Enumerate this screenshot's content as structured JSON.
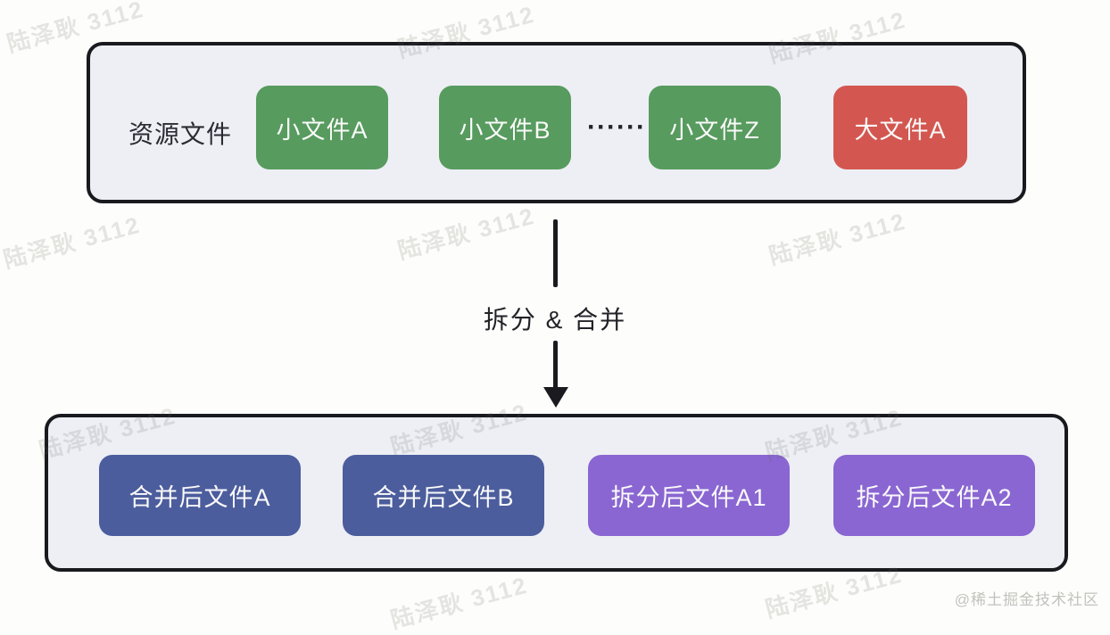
{
  "watermark": {
    "text": "陆泽耿 3112"
  },
  "credit": "@稀土掘金技术社区",
  "colors": {
    "page_background": "#fdfdfb",
    "group_background": "#edeff5",
    "group_border": "#191a1e",
    "small_file_green": "#579b5e",
    "big_file_red": "#d35750",
    "merged_file_blue": "#4c5d9d",
    "split_file_purple": "#8a66d2",
    "node_text": "#fafafa",
    "dark_text": "#2b2b33"
  },
  "top_group": {
    "label": "资源文件",
    "items": [
      {
        "label": "小文件A",
        "type": "green"
      },
      {
        "label": "小文件B",
        "type": "green"
      },
      {
        "label": "······",
        "type": "dots"
      },
      {
        "label": "小文件Z",
        "type": "green"
      },
      {
        "label": "大文件A",
        "type": "red"
      }
    ]
  },
  "arrow": {
    "label": "拆分 & 合并"
  },
  "bottom_group": {
    "items": [
      {
        "label": "合并后文件A",
        "type": "blue"
      },
      {
        "label": "合并后文件B",
        "type": "blue"
      },
      {
        "label": "拆分后文件A1",
        "type": "purple"
      },
      {
        "label": "拆分后文件A2",
        "type": "purple"
      }
    ]
  }
}
